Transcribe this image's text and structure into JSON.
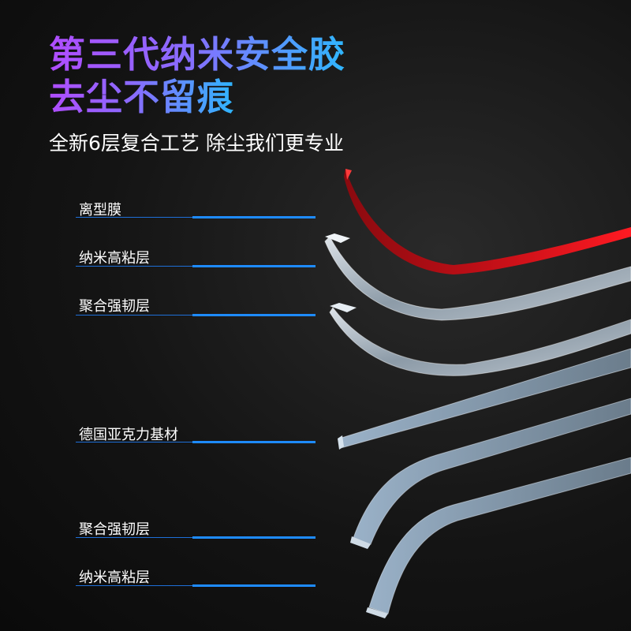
{
  "headline": {
    "line1": "第三代纳米安全胶",
    "line2": "去尘不留痕"
  },
  "subtitle": "全新6层复合工艺 除尘我们更专业",
  "layers": [
    {
      "label": "离型膜"
    },
    {
      "label": "纳米高粘层"
    },
    {
      "label": "聚合强韧层"
    },
    {
      "label": "德国亚克力基材"
    },
    {
      "label": "聚合强韧层"
    },
    {
      "label": "纳米高粘层"
    }
  ],
  "colors": {
    "accent_red": "#e3121b",
    "leader_blue": "#1e8bff",
    "headline_gradient": [
      "#b04dff",
      "#2fb6ff"
    ]
  }
}
